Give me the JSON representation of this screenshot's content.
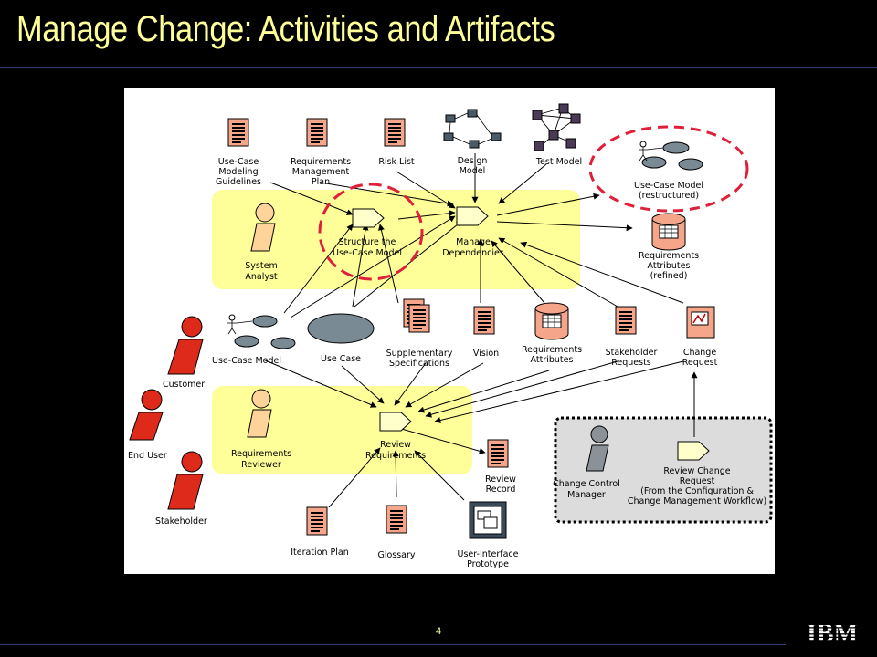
{
  "slide": {
    "title": "Manage Change: Activities and Artifacts",
    "page_number": "4",
    "logo_text": "IBM"
  },
  "diagram": {
    "activities": {
      "structure": [
        "Structure the",
        "Use-Case Model"
      ],
      "manage": [
        "Manage",
        "Dependencies"
      ],
      "review": [
        "Review",
        "Requirements"
      ],
      "review_change": [
        "Review Change",
        "Request",
        "(From the Configuration &",
        "Change Management Workflow)"
      ]
    },
    "roles": {
      "system_analyst": [
        "System",
        "Analyst"
      ],
      "requirements_reviewer": [
        "Requirements",
        "Reviewer"
      ],
      "change_control_manager": [
        "Change Control",
        "Manager"
      ],
      "customer": "Customer",
      "end_user": "End User",
      "stakeholder": "Stakeholder"
    },
    "artifacts": {
      "use_case_guidelines": [
        "Use-Case",
        "Modeling",
        "Guidelines"
      ],
      "req_mgmt_plan": [
        "Requirements",
        "Management",
        "Plan"
      ],
      "risk_list": "Risk List",
      "design_model": [
        "Design",
        "Model"
      ],
      "test_model": "Test Model",
      "ucm_restructured": [
        "Use-Case Model",
        "(restructured)"
      ],
      "req_attr_refined": [
        "Requirements",
        "Attributes",
        "(refined)"
      ],
      "use_case_model": "Use-Case Model",
      "use_case": "Use Case",
      "supp_specs": [
        "Supplementary",
        "Specifications"
      ],
      "vision": "Vision",
      "req_attributes": [
        "Requirements",
        "Attributes"
      ],
      "stakeholder_requests": [
        "Stakeholder",
        "Requests"
      ],
      "change_request": [
        "Change",
        "Request"
      ],
      "review_record": [
        "Review",
        "Record"
      ],
      "iteration_plan": "Iteration Plan",
      "glossary": "Glossary",
      "ui_prototype": [
        "User-Interface",
        "Prototype"
      ]
    },
    "colors": {
      "highlight": "#ffff99",
      "role_fill": "#ffd49a",
      "stakeholder_red": "#dd2a1a",
      "doc_fill": "#f4a58a",
      "gray_box": "#dcdcdc",
      "callout_red": "#e0203a"
    }
  }
}
